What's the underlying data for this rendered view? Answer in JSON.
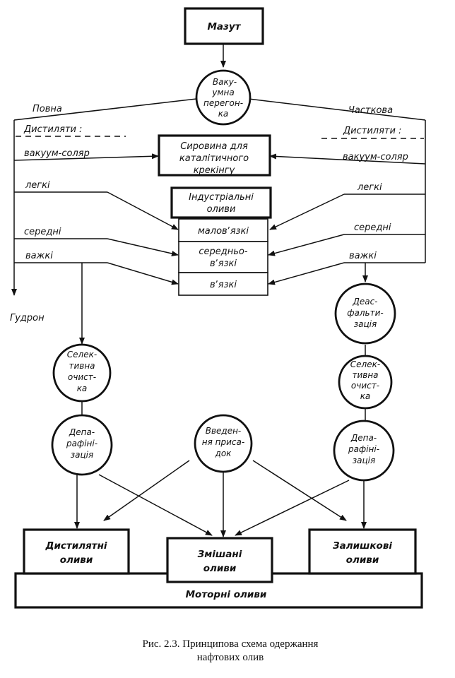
{
  "nodes": {
    "mazut": "Мазут",
    "vacuum": [
      "Ваку-",
      "умна",
      "перегон-",
      "ка"
    ],
    "cat_feed": [
      "Сировина для",
      "каталітичного",
      "крекінгу"
    ],
    "industrial": [
      "Індустріальні",
      "оливи"
    ],
    "low_visc": "маловʼязкі",
    "mid_visc": [
      "середньо-",
      "вʼязкі"
    ],
    "high_visc": "вʼязкі",
    "deasph": [
      "Деас-",
      "фальти-",
      "зація"
    ],
    "sel_left": [
      "Селек-",
      "тивна",
      "очист-",
      "ка"
    ],
    "sel_right": [
      "Селек-",
      "тивна",
      "очист-",
      "ка"
    ],
    "dewax_left": [
      "Депа-",
      "рафіні-",
      "зація"
    ],
    "dewax_right": [
      "Депа-",
      "рафіні-",
      "зація"
    ],
    "additives": [
      "Введен-",
      "ня приса-",
      "док"
    ],
    "distillate_oils": [
      "Дистилятні",
      "оливи"
    ],
    "mixed_oils": [
      "Змішані",
      "оливи"
    ],
    "residual_oils": [
      "Залишкові",
      "оливи"
    ],
    "motor_oils": "Моторні оливи"
  },
  "labels": {
    "full": "Повна",
    "partial": "Часткова",
    "distillates_left": "Дистиляти :",
    "distillates_right": "Дистиляти :",
    "vac_gasoil_left": "вакуум-соляр",
    "vac_gasoil_right": "вакуум-соляр",
    "light_left": "легкі",
    "light_right": "легкі",
    "medium_left": "середні",
    "medium_right": "середні",
    "heavy_left": "важкі",
    "heavy_right": "важкі",
    "tar": "Гудрон"
  },
  "caption": [
    "Рис. 2.3.  Принципова схема одержання",
    "нафтових олив"
  ]
}
